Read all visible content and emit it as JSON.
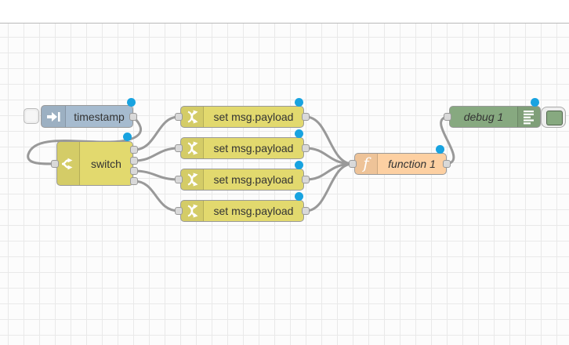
{
  "editor": {
    "type_hint": "flow-editor-canvas"
  },
  "nodes": {
    "inject": {
      "label": "timestamp",
      "icon": "inject-arrow-icon"
    },
    "switch": {
      "label": "switch",
      "icon": "fork-icon",
      "outputs": 4
    },
    "change1": {
      "label": "set msg.payload",
      "icon": "shuffle-icon"
    },
    "change2": {
      "label": "set msg.payload",
      "icon": "shuffle-icon"
    },
    "change3": {
      "label": "set msg.payload",
      "icon": "shuffle-icon"
    },
    "change4": {
      "label": "set msg.payload",
      "icon": "shuffle-icon"
    },
    "function": {
      "label": "function 1",
      "icon": "function-f-icon"
    },
    "debug": {
      "label": "debug 1",
      "icon": "output-lines-icon",
      "enabled": true
    }
  },
  "colors": {
    "inject_node": "#a6bbcf",
    "switch_change_node": "#e2d96e",
    "function_node": "#fdd0a2",
    "debug_node": "#87a980",
    "wire": "#999999",
    "port": "#d9d9d9",
    "modified_dot": "#18a3e0",
    "grid_line": "#e9e9e9",
    "label_text": "#333333"
  }
}
